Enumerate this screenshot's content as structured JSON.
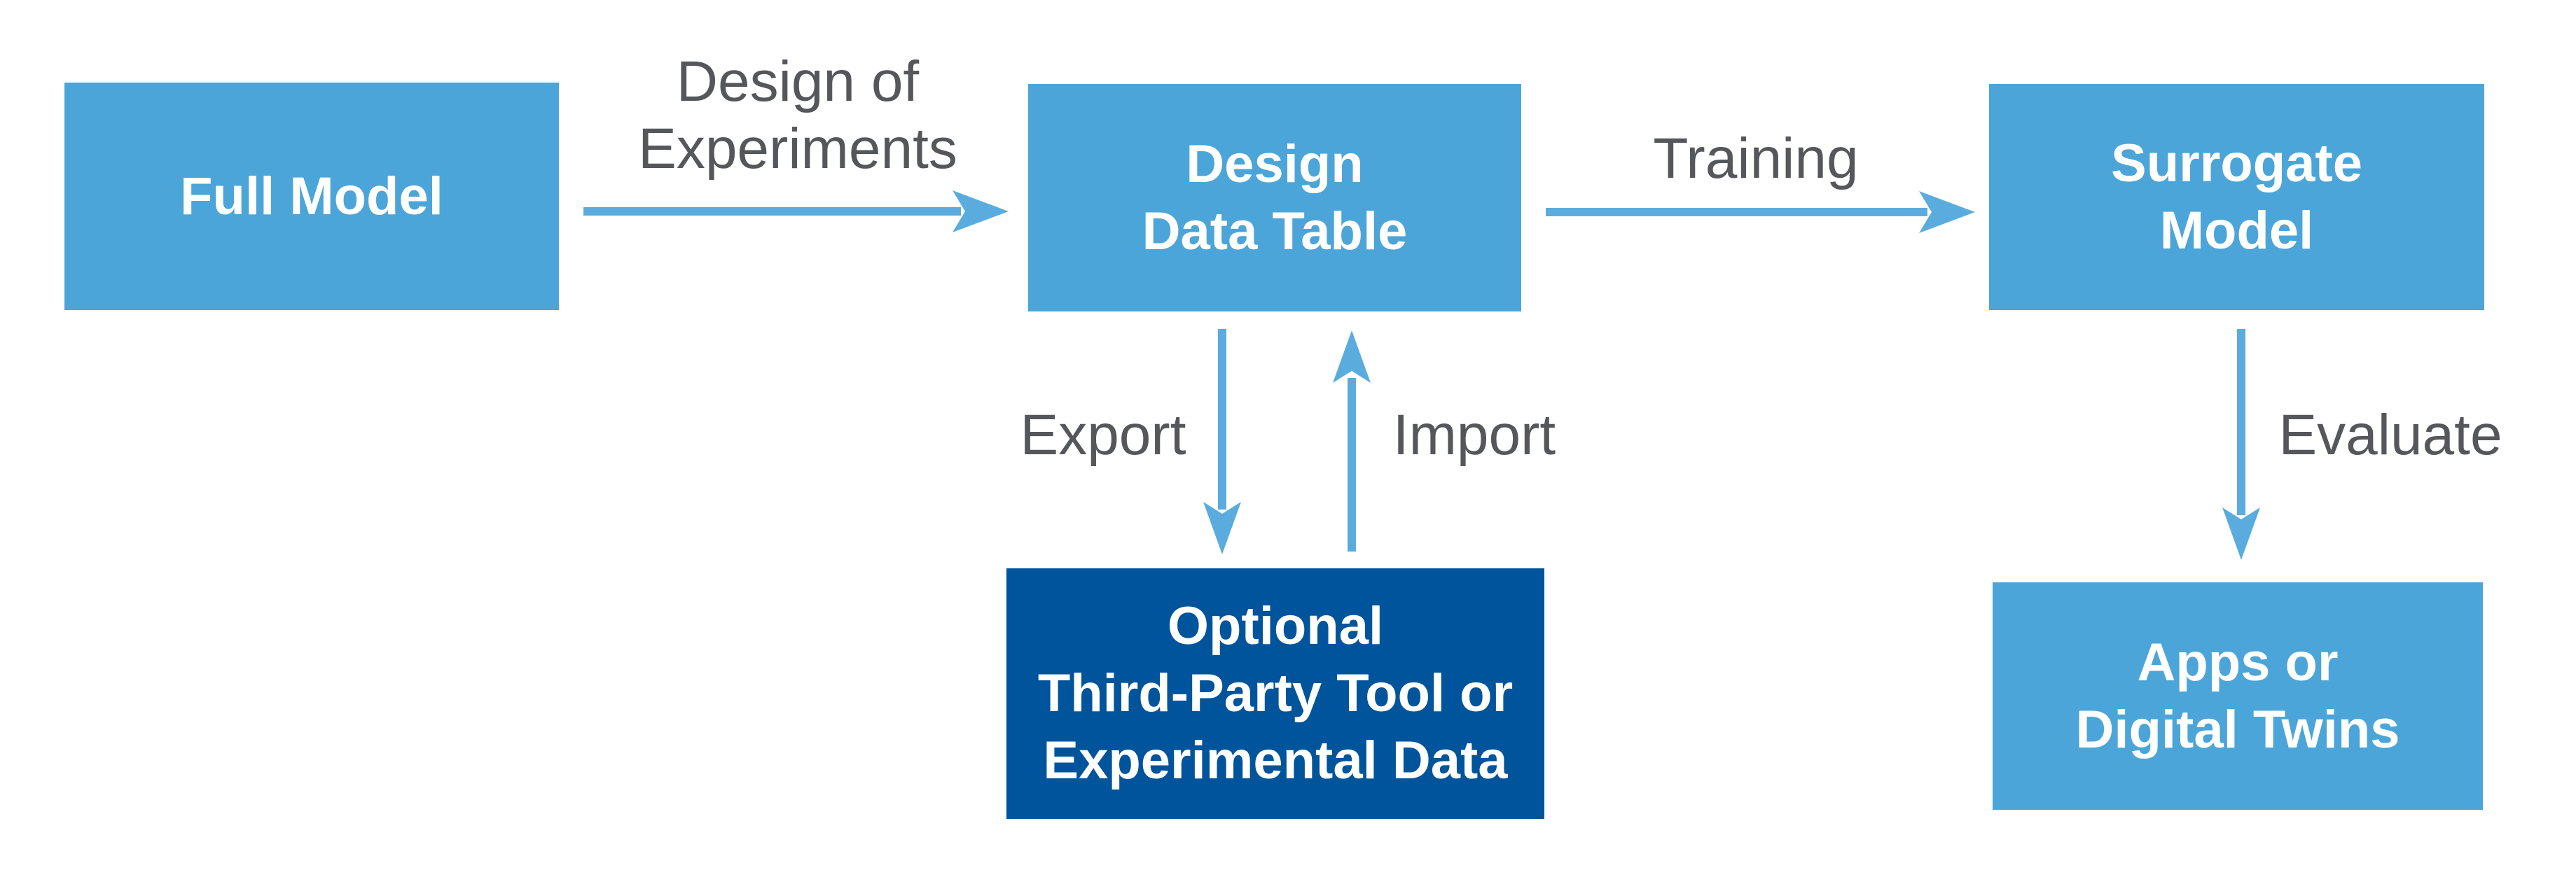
{
  "colors": {
    "background": "#FFFFFF",
    "box_light_blue": "#4CA5D8",
    "box_dark_blue": "#00549B",
    "arrow_blue": "#5AACDE",
    "label_gray": "#55575A",
    "box_text_white": "#FFFFFF"
  },
  "nodes": {
    "full_model": "Full Model",
    "design_data_table": "Design\nData Table",
    "surrogate_model": "Surrogate\nModel",
    "third_party_tool": "Optional\nThird-Party Tool or\nExperimental Data",
    "apps_digital_twins": "Apps or\nDigital Twins"
  },
  "edges": {
    "design_of_experiments": "Design of\nExperiments",
    "training": "Training",
    "export": "Export",
    "import": "Import",
    "evaluate": "Evaluate"
  }
}
